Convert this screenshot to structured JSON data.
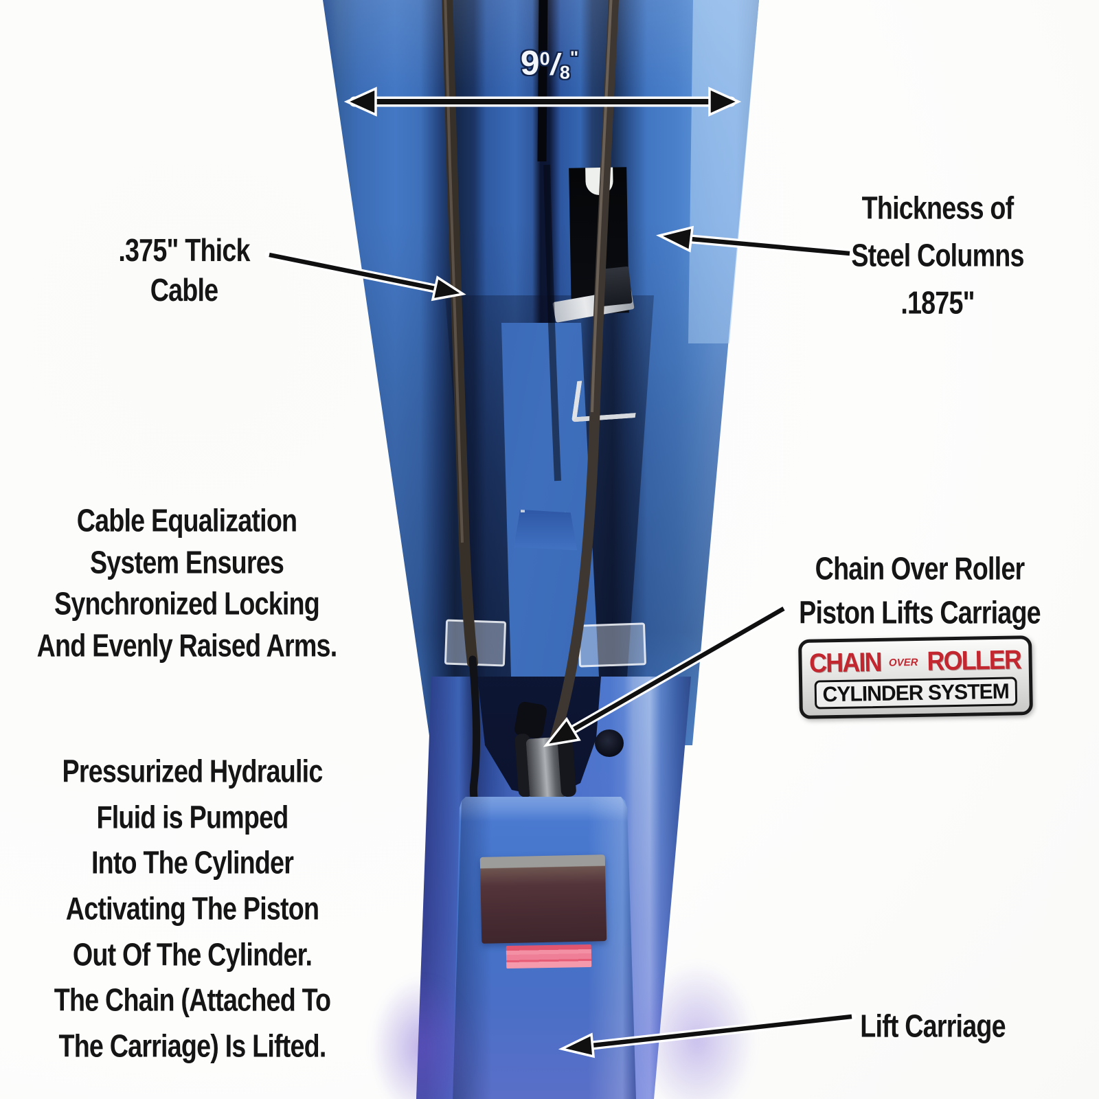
{
  "measurement": {
    "whole": "9",
    "numerator": "0",
    "denominator": "8",
    "unit": "\""
  },
  "callouts": {
    "cable": {
      "lines": [
        ".375\" Thick",
        "Cable"
      ]
    },
    "columns": {
      "lines": [
        "Thickness of",
        "Steel Columns",
        ".1875\""
      ]
    },
    "chain": {
      "lines": [
        "Chain Over Roller",
        "Piston Lifts Carriage"
      ]
    },
    "lift": {
      "label": "Lift Carriage"
    }
  },
  "paragraphs": {
    "equalization": {
      "lines": [
        "Cable Equalization",
        "System Ensures",
        "Synchronized Locking",
        "And Evenly Raised Arms."
      ]
    },
    "hydraulic": {
      "lines": [
        "Pressurized Hydraulic",
        "Fluid is Pumped",
        "Into The Cylinder",
        "Activating The Piston",
        "Out Of The Cylinder.",
        "The Chain (Attached To",
        "The Carriage) Is Lifted."
      ]
    }
  },
  "badge": {
    "word_left": "CHAIN",
    "word_mid": "OVER",
    "word_right": "ROLLER",
    "line2": "CYLINDER SYSTEM"
  },
  "colors": {
    "column_blue": "#3b6cb8",
    "column_channel_dark": "#0c1530",
    "right_wing_light": "#6d9cde",
    "carriage_blue": "#4a74cb",
    "carriage_violet": "#5a6fc8",
    "pad_maroon": "#53343a",
    "label_pink": "#f490a4",
    "badge_red": "#c22730",
    "annotation_text": "#151515",
    "arrow_black": "#101010",
    "arrow_outline_white": "#ffffff",
    "background": "#fdfdfc"
  }
}
